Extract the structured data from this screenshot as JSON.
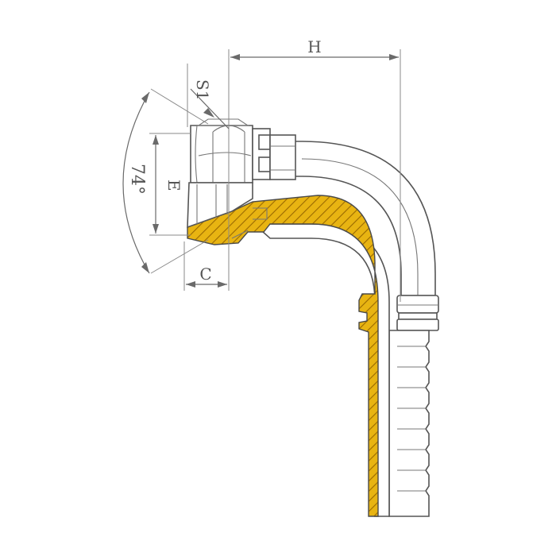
{
  "drawing": {
    "labels": {
      "h": "H",
      "s1": "S1",
      "e": "E",
      "angle": "74°",
      "c": "C"
    },
    "colors": {
      "section_fill": "#E8B412",
      "hatch_line": "#9A6A00",
      "line": "#555555",
      "background": "#FFFFFF"
    }
  }
}
